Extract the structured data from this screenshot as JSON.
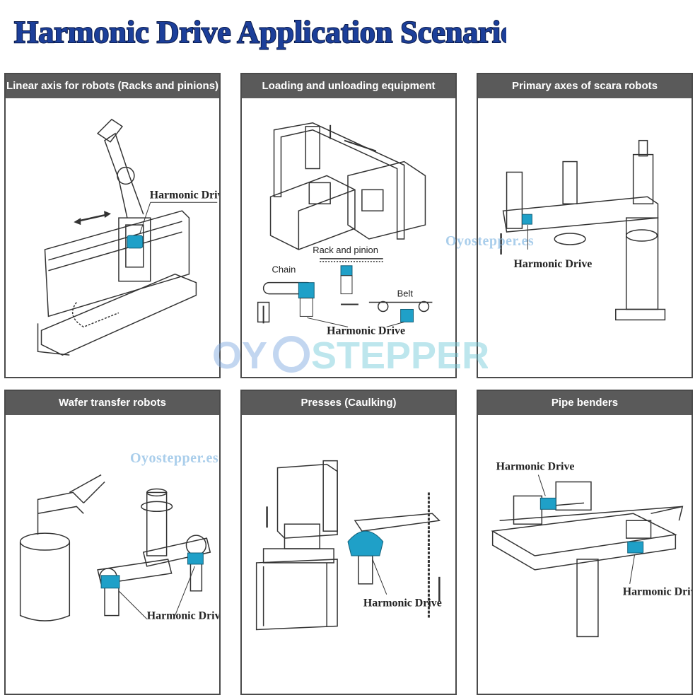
{
  "title": "Harmonic Drive Application Scenario",
  "colors": {
    "accent": "#1fa0c8",
    "header_bg": "#5a5a5a",
    "title_fill": "#1c3f9a"
  },
  "panels": [
    {
      "title": "Linear axis for robots (Racks and pinions)",
      "labels": [
        "Harmonic Drive"
      ]
    },
    {
      "title": "Loading and unloading equipment",
      "labels": [
        "Rack and pinion",
        "Chain",
        "Belt",
        "Harmonic Drive"
      ]
    },
    {
      "title": "Primary axes of scara robots",
      "labels": [
        "Harmonic Drive"
      ]
    },
    {
      "title": "Wafer transfer robots",
      "labels": [
        "Harmonic Drive"
      ]
    },
    {
      "title": "Presses (Caulking)",
      "labels": [
        "Harmonic Drive"
      ]
    },
    {
      "title": "Pipe benders",
      "labels": [
        "Harmonic Drive",
        "Harmonic Drive"
      ]
    }
  ],
  "watermarks": {
    "small": "Oyostepper.es",
    "big_left": "OY",
    "big_right": "STEPPER"
  }
}
